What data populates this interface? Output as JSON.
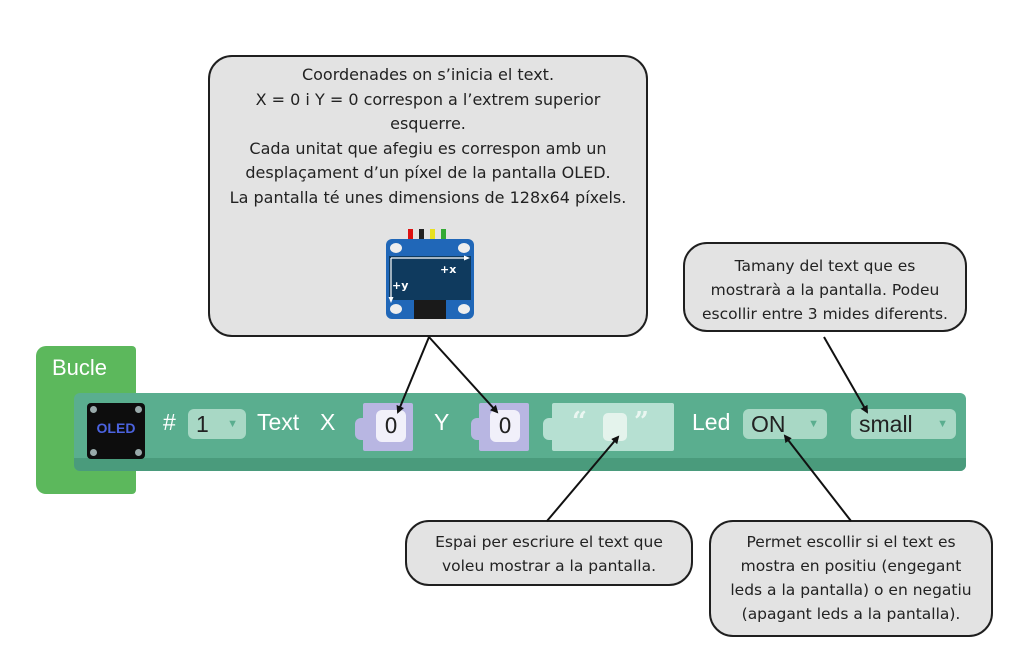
{
  "callouts": {
    "coordinates": {
      "lines": [
        "Coordenades on s’inicia el text.",
        "X = 0 i Y = 0 correspon a l’extrem superior",
        "esquerre.",
        "Cada unitat que afegiu es correspon amb un",
        "desplaçament d’un píxel de la pantalla OLED.",
        "La pantalla té unes dimensions de 128x64 píxels."
      ],
      "image": {
        "icon": "oled-module-icon",
        "axis_x_label": "+x",
        "axis_y_label": "+y"
      }
    },
    "size": {
      "lines": [
        "Tamany del text que es",
        "mostrarà a la pantalla. Podeu",
        "escollir entre 3 mides diferents."
      ]
    },
    "text_input": {
      "lines": [
        "Espai per escriure el text que",
        "voleu mostrar a la pantalla."
      ]
    },
    "led": {
      "lines": [
        "Permet escollir si el text es",
        "mostra en positiu (engegant",
        "leds a la pantalla) o en negatiu",
        "(apagant leds a la pantalla)."
      ]
    }
  },
  "blocks": {
    "loop": {
      "label": "Bucle",
      "color": "#5cb85c"
    },
    "oled_text": {
      "color": "#5aae8f",
      "icon": "oled-icon",
      "icon_text": "OLED",
      "hash_label": "#",
      "display_number": "1",
      "text_label": "Text",
      "x_label": "X",
      "x_value": "0",
      "y_label": "Y",
      "y_value": "0",
      "text_value": "",
      "quote_open": "“",
      "quote_close": "”",
      "led_label": "Led",
      "led_value": "ON",
      "size_value": "small",
      "dropdown_arrow": "▼"
    }
  }
}
